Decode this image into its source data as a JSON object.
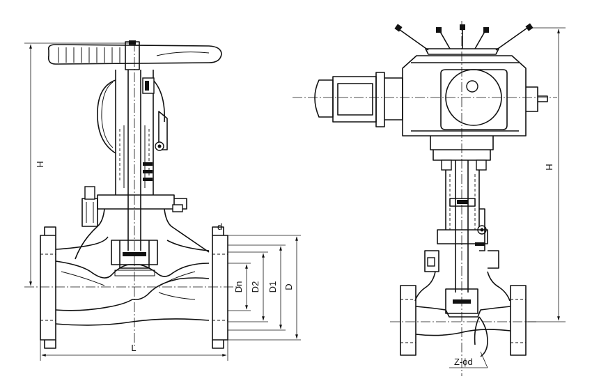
{
  "labels": {
    "height_left": "H",
    "height_right": "H",
    "length": "L",
    "bolt_hole": "d",
    "nominal_diameter": "Dn",
    "raised_face_diameter": "D2",
    "bolt_circle_diameter": "D1",
    "flange_diameter": "D",
    "bolt_count_diameter": "Z-ϕd"
  }
}
